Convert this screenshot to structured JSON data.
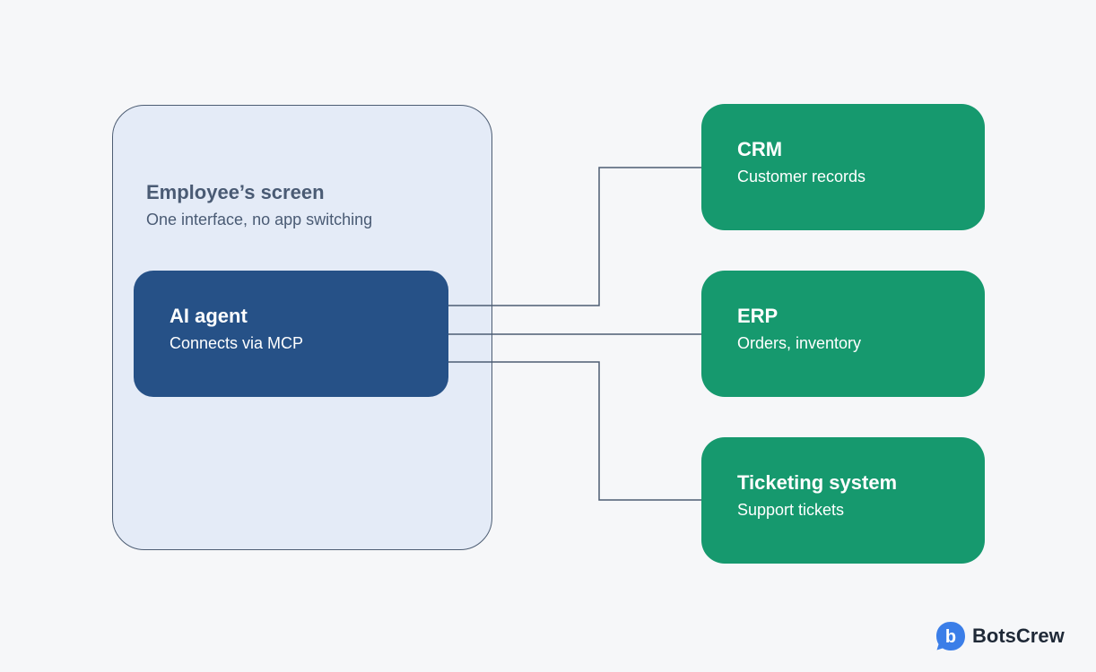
{
  "screen": {
    "title": "Employee’s screen",
    "subtitle": "One interface, no app switching"
  },
  "agent": {
    "title": "AI agent",
    "subtitle": "Connects via MCP"
  },
  "systems": [
    {
      "title": "CRM",
      "subtitle": "Customer records"
    },
    {
      "title": "ERP",
      "subtitle": "Orders, inventory"
    },
    {
      "title": "Ticketing system",
      "subtitle": "Support tickets"
    }
  ],
  "logo": {
    "text": "BotsCrew",
    "mark_letter": "b"
  },
  "colors": {
    "background": "#f6f7f9",
    "screen_fill": "#e4ebf7",
    "screen_border": "#4d5d73",
    "agent_fill": "#265187",
    "system_fill": "#16996e",
    "connector": "#4d5d73",
    "logo_blue": "#3b7ee8"
  }
}
